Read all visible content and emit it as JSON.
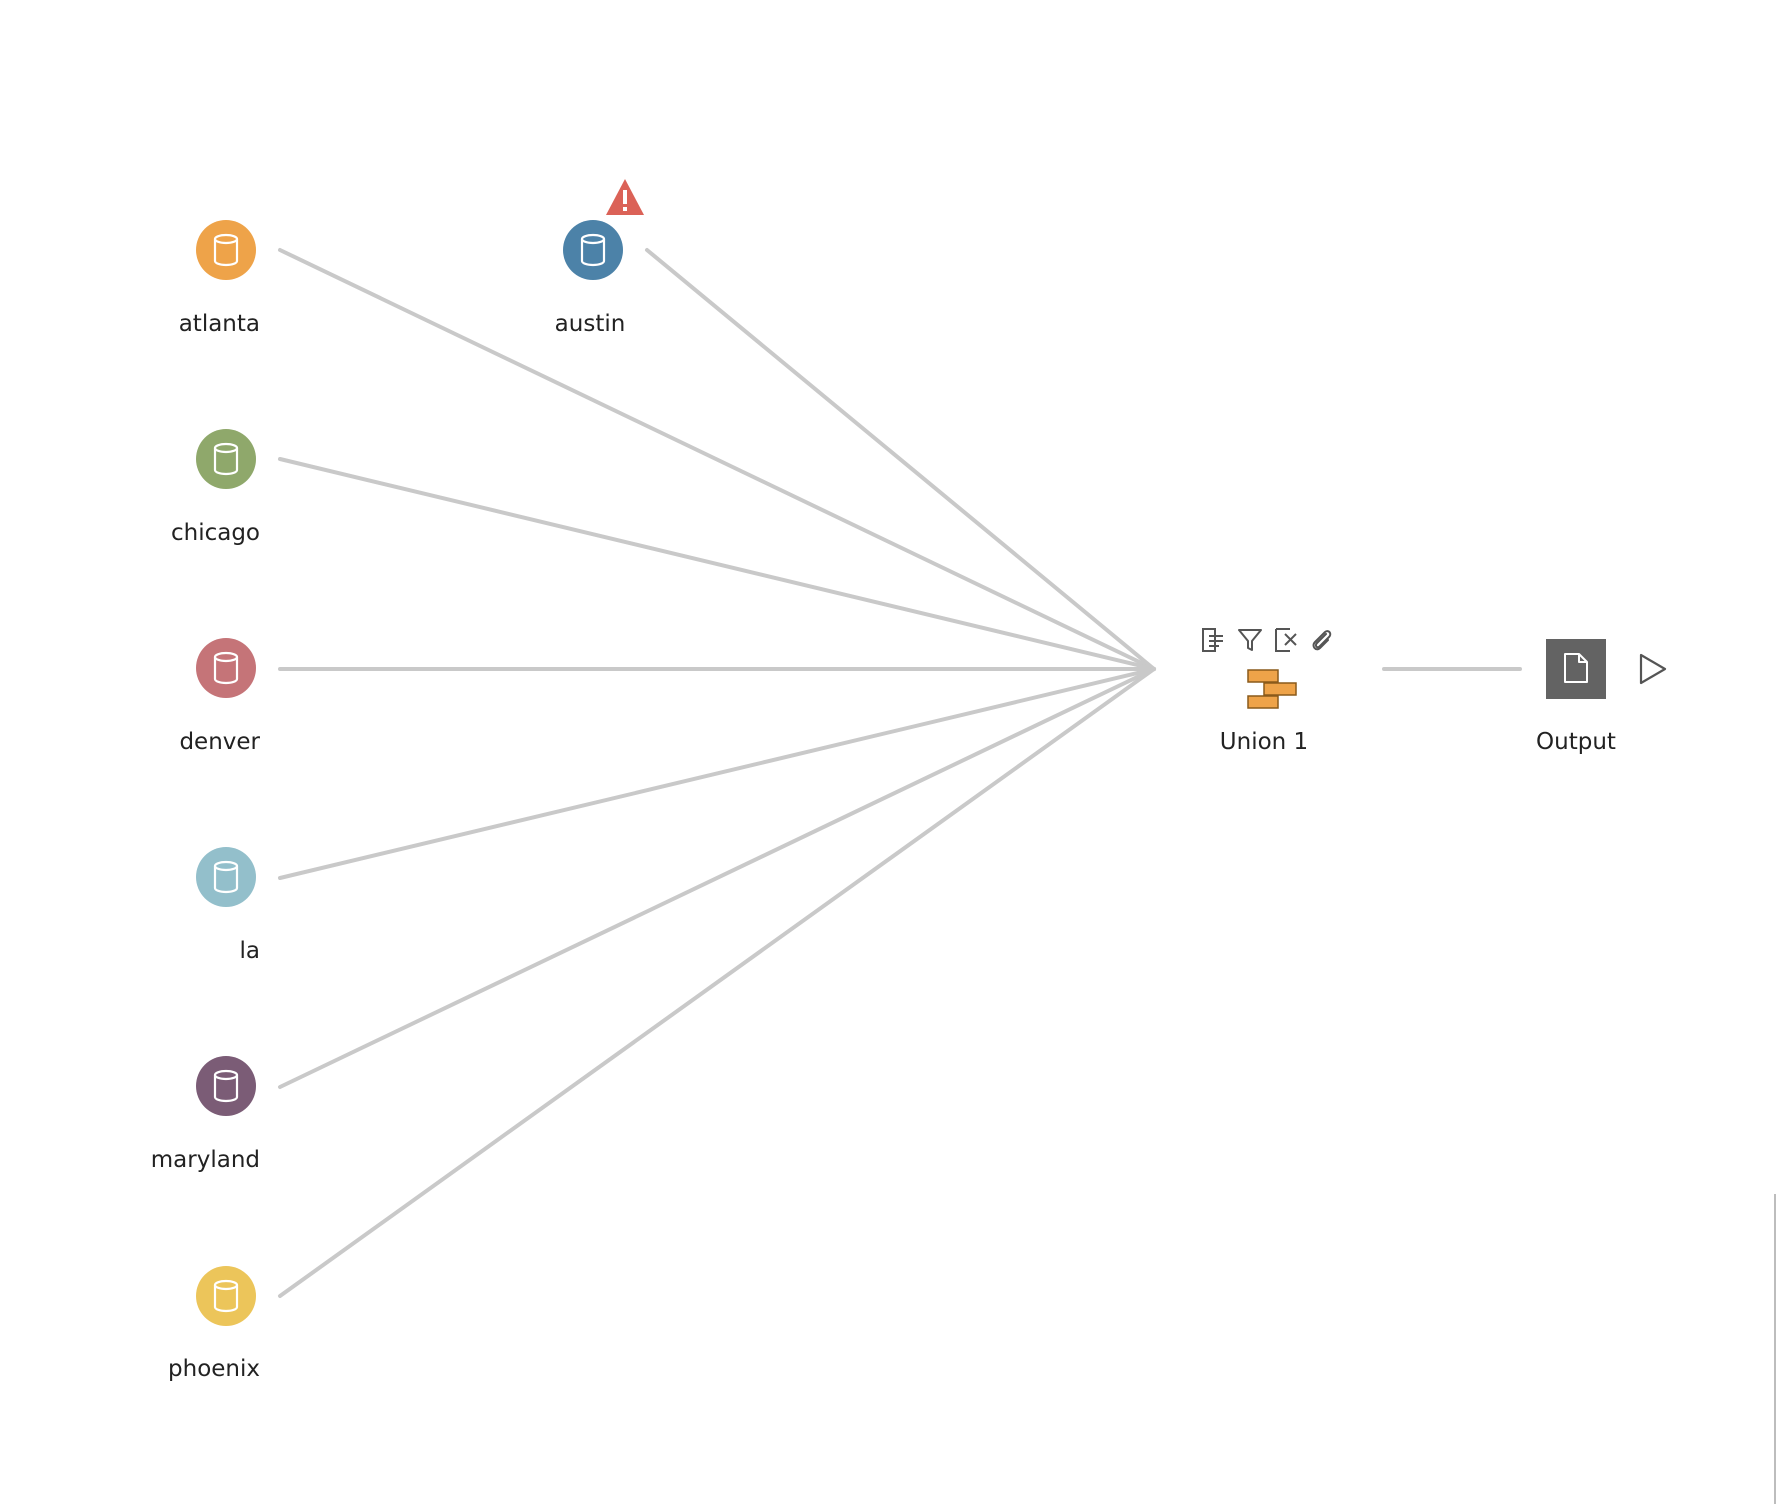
{
  "flow": {
    "sources": [
      {
        "label": "atlanta",
        "color": "#eea349",
        "icon": "database-icon"
      },
      {
        "label": "austin",
        "color": "#4c82a8",
        "icon": "database-icon",
        "status": "warning-icon"
      },
      {
        "label": "chicago",
        "color": "#8fa86b",
        "icon": "database-icon"
      },
      {
        "label": "denver",
        "color": "#c57478",
        "icon": "database-icon"
      },
      {
        "label": "la",
        "color": "#93bfcb",
        "icon": "database-icon"
      },
      {
        "label": "maryland",
        "color": "#7b5c76",
        "icon": "database-icon"
      },
      {
        "label": "phoenix",
        "color": "#ecc55a",
        "icon": "database-icon"
      }
    ],
    "union": {
      "label": "Union 1",
      "icon": "union-icon",
      "color": "#eea349",
      "tools": [
        "clean-step-icon",
        "filter-icon",
        "remove-field-icon",
        "attach-icon"
      ]
    },
    "output": {
      "label": "Output",
      "icon": "output-file-icon",
      "color": "#636363",
      "run_icon": "run-play-icon"
    },
    "colors": {
      "edge": "#c9c9c9",
      "warning": "#db6257"
    }
  }
}
